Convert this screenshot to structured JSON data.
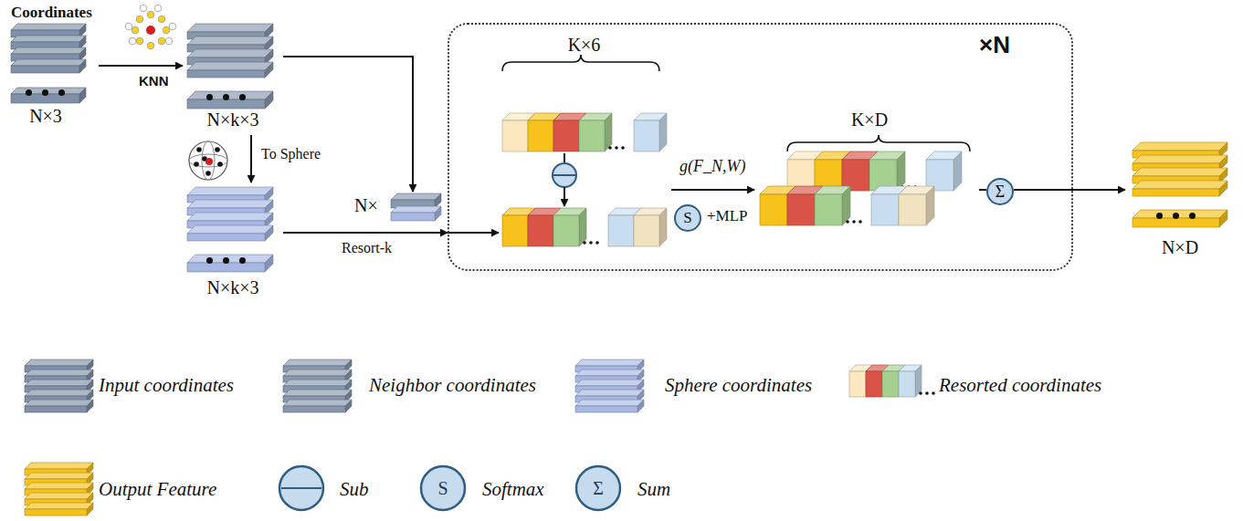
{
  "diagram": {
    "nodes": [
      {
        "text": [
          "Coordinates",
          "N×3"
        ]
      },
      {
        "text": [
          "N×k×3"
        ]
      },
      {
        "text": [
          "N×k×3"
        ]
      },
      {
        "text": [
          "N×"
        ]
      },
      {
        "text": [
          "×N"
        ]
      },
      {
        "text": [
          "K×6"
        ],
        "in": 4
      },
      {
        "text": [
          "S"
        ],
        "in": 4
      },
      {
        "text": [
          "K×D"
        ],
        "in": 4
      },
      {
        "text": [
          "Σ"
        ],
        "in": 4
      },
      {
        "text": [
          "N×D"
        ]
      }
    ],
    "edges": [
      {
        "from": 0,
        "to": 1,
        "label": "KNN",
        "arrow": "to"
      },
      {
        "from": 1,
        "to": 2,
        "label": "To Sphere",
        "arrow": "to"
      },
      {
        "from": 1,
        "to": 3,
        "arrow": "to"
      },
      {
        "from": 2,
        "to": 4,
        "label": "Resort-k",
        "arrow": "to"
      },
      {
        "from": 7,
        "to": 8,
        "arrow": "none"
      },
      {
        "from": 8,
        "to": 9,
        "arrow": "to"
      }
    ],
    "labels": [
      "g(F_N,W)",
      "+MLP",
      "S",
      "Σ"
    ],
    "legend": [
      {
        "text": "Input coordinates",
        "color": "#7f90a8"
      },
      {
        "text": "Neighbor coordinates",
        "color": "#8797ae"
      },
      {
        "text": "Sphere coordinates",
        "color": "#a8b8e4"
      },
      {
        "text": "Resorted coordinates"
      },
      {
        "text": "Output Feature",
        "color": "#f6c21c"
      },
      {
        "text": "Sub"
      },
      {
        "text": "Softmax"
      },
      {
        "text": "Sum"
      }
    ]
  }
}
